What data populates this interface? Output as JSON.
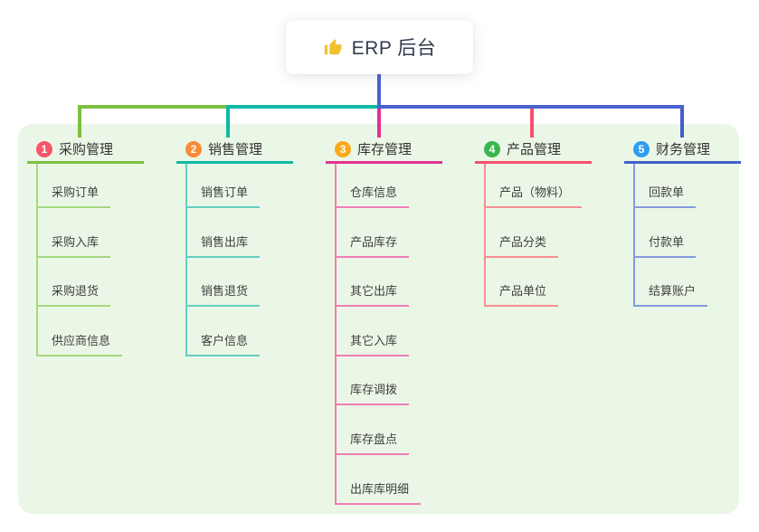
{
  "root": {
    "icon": "thumbs-up",
    "title": "ERP 后台"
  },
  "colors": {
    "panel_bg": "#ebf7e6",
    "stem_blue": "#4a62d0",
    "text_dark": "#333a4d",
    "node_text": "#3f3f3f"
  },
  "branches": [
    {
      "badge": "1",
      "label": "采购管理",
      "badge_color": "#f7566a",
      "line_color": "#7cc041",
      "child_line_color": "#a5d87f",
      "children": [
        "采购订单",
        "采购入库",
        "采购退货",
        "供应商信息"
      ]
    },
    {
      "badge": "2",
      "label": "销售管理",
      "badge_color": "#fa8a38",
      "line_color": "#12b8a6",
      "child_line_color": "#63cfc3",
      "children": [
        "销售订单",
        "销售出库",
        "销售退货",
        "客户信息"
      ]
    },
    {
      "badge": "3",
      "label": "库存管理",
      "badge_color": "#fba91c",
      "line_color": "#e0338f",
      "child_line_color": "#f07eb5",
      "children": [
        "仓库信息",
        "产品库存",
        "其它出库",
        "其它入库",
        "库存调拨",
        "库存盘点",
        "出库库明细"
      ]
    },
    {
      "badge": "4",
      "label": "产品管理",
      "badge_color": "#3bb44f",
      "line_color": "#f4516c",
      "child_line_color": "#f68f92",
      "children": [
        "产品（物料）",
        "产品分类",
        "产品单位"
      ]
    },
    {
      "badge": "5",
      "label": "财务管理",
      "badge_color": "#309df0",
      "line_color": "#4060c9",
      "child_line_color": "#839ade",
      "children": [
        "回款单",
        "付款单",
        "结算账户"
      ]
    }
  ]
}
